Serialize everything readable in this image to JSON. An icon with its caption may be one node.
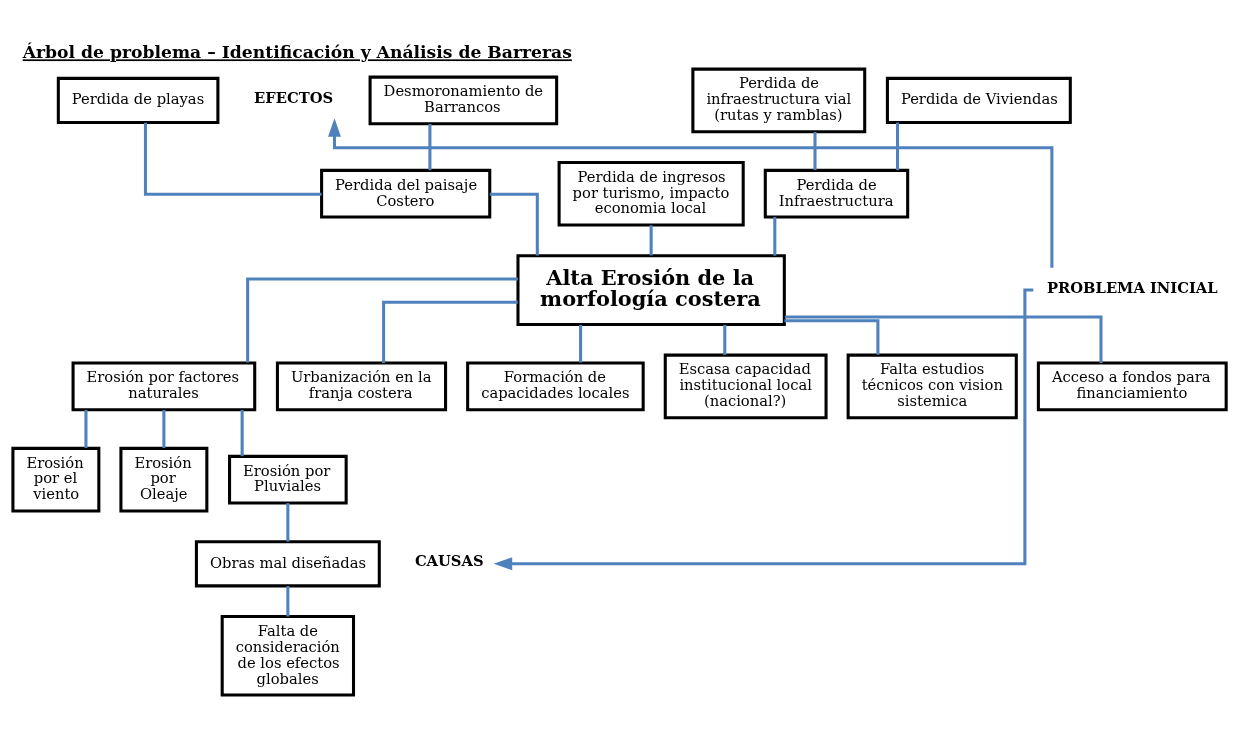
{
  "diagram": {
    "title": "Árbol de problema – Identificación y Análisis de Barreras",
    "nodes": [
      {
        "text": [
          "Perdida de playas"
        ]
      },
      {
        "text": [
          "Desmoronamiento de Barrancos"
        ]
      },
      {
        "text": [
          "Perdida de infraestructura vial (rutas y ramblas)"
        ]
      },
      {
        "text": [
          "Perdida de Viviendas"
        ]
      },
      {
        "text": [
          "Perdida del paisaje Costero"
        ]
      },
      {
        "text": [
          "Perdida de ingresos por turismo, impacto economia local"
        ]
      },
      {
        "text": [
          "Perdida de Infraestructura"
        ]
      },
      {
        "text": [
          "Alta Erosión de la morfología costera"
        ]
      },
      {
        "text": [
          "Erosión por factores naturales"
        ]
      },
      {
        "text": [
          "Urbanización en la franja costera"
        ]
      },
      {
        "text": [
          "Formación de capacidades locales"
        ]
      },
      {
        "text": [
          "Escasa capacidad institucional local (nacional?)"
        ]
      },
      {
        "text": [
          "Falta estudios técnicos con vision sistemica"
        ]
      },
      {
        "text": [
          "Acceso a fondos para financiamiento"
        ]
      },
      {
        "text": [
          "Erosión por el viento"
        ]
      },
      {
        "text": [
          "Erosión por Oleaje"
        ]
      },
      {
        "text": [
          "Erosión por Pluviales"
        ]
      },
      {
        "text": [
          "Obras mal diseñadas"
        ]
      },
      {
        "text": [
          "Falta de consideración de los efectos globales"
        ]
      },
      {
        "text": [
          "EFECTOS"
        ]
      },
      {
        "text": [
          "PROBLEMA INICIAL"
        ]
      },
      {
        "text": [
          "CAUSAS"
        ]
      }
    ],
    "edges": [
      {
        "from": 0,
        "to": 4,
        "arrow": "none"
      },
      {
        "from": 1,
        "to": 4,
        "arrow": "none"
      },
      {
        "from": 2,
        "to": 6,
        "arrow": "none"
      },
      {
        "from": 3,
        "to": 6,
        "arrow": "none"
      },
      {
        "from": 4,
        "to": 7,
        "arrow": "none"
      },
      {
        "from": 5,
        "to": 7,
        "arrow": "none"
      },
      {
        "from": 6,
        "to": 7,
        "arrow": "none"
      },
      {
        "from": 7,
        "to": 8,
        "arrow": "none"
      },
      {
        "from": 7,
        "to": 9,
        "arrow": "none"
      },
      {
        "from": 7,
        "to": 10,
        "arrow": "none"
      },
      {
        "from": 7,
        "to": 11,
        "arrow": "none"
      },
      {
        "from": 7,
        "to": 12,
        "arrow": "none"
      },
      {
        "from": 7,
        "to": 13,
        "arrow": "none"
      },
      {
        "from": 8,
        "to": 14,
        "arrow": "none"
      },
      {
        "from": 8,
        "to": 15,
        "arrow": "none"
      },
      {
        "from": 8,
        "to": 16,
        "arrow": "none"
      },
      {
        "from": 16,
        "to": 17,
        "arrow": "none"
      },
      {
        "from": 17,
        "to": 18,
        "arrow": "none"
      },
      {
        "from": 20,
        "to": 19,
        "arrow": "to"
      },
      {
        "from": 20,
        "to": 21,
        "arrow": "to"
      }
    ]
  }
}
